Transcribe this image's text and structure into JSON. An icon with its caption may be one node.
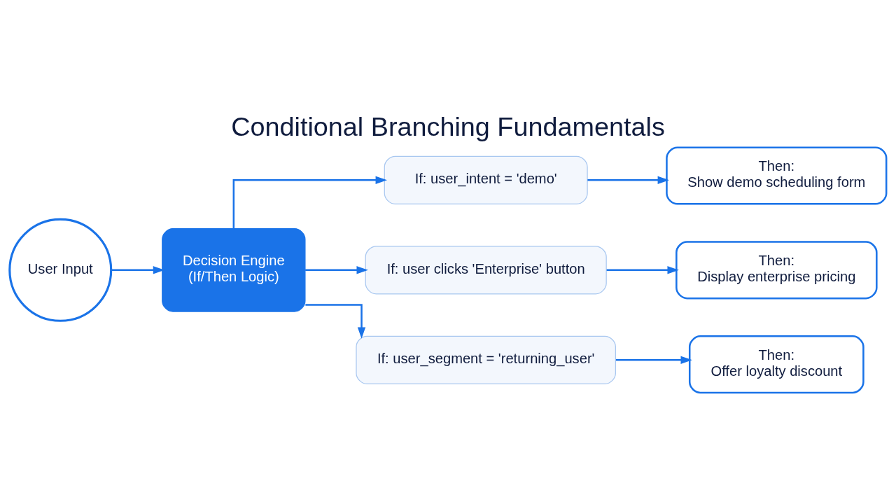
{
  "diagram": {
    "title": "Conditional Branching Fundamentals",
    "nodes": [
      {
        "text": [
          "User Input"
        ]
      },
      {
        "text": [
          "Decision Engine",
          "(If/Then Logic)"
        ]
      },
      {
        "text": [
          "If: user_intent = 'demo'"
        ]
      },
      {
        "text": [
          "If: user clicks 'Enterprise' button"
        ]
      },
      {
        "text": [
          "If: user_segment = 'returning_user'"
        ]
      },
      {
        "text": [
          "Then:",
          "Show demo scheduling form"
        ]
      },
      {
        "text": [
          "Then:",
          "Display enterprise pricing"
        ]
      },
      {
        "text": [
          "Then:",
          "Offer loyalty discount"
        ]
      }
    ],
    "edges": [
      {
        "from": 0,
        "to": 1,
        "arrow": "to"
      },
      {
        "from": 1,
        "to": 2,
        "arrow": "to"
      },
      {
        "from": 1,
        "to": 3,
        "arrow": "to"
      },
      {
        "from": 1,
        "to": 4,
        "arrow": "to"
      },
      {
        "from": 2,
        "to": 5,
        "arrow": "to"
      },
      {
        "from": 3,
        "to": 6,
        "arrow": "to"
      },
      {
        "from": 4,
        "to": 7,
        "arrow": "to"
      }
    ]
  }
}
